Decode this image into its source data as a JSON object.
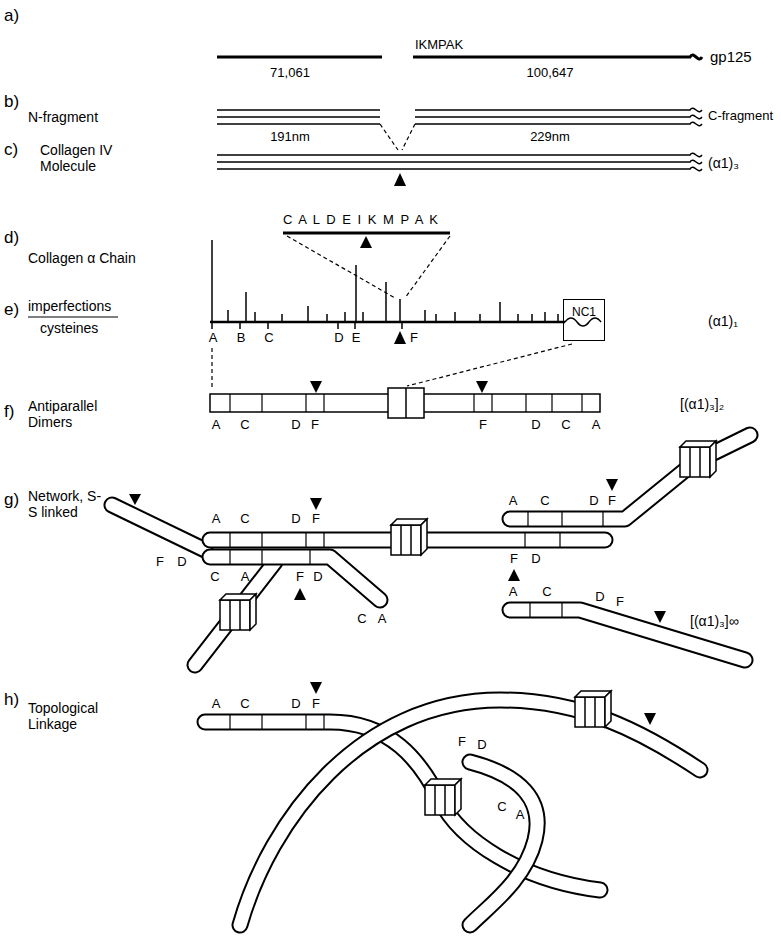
{
  "diagram": {
    "nodes": [
      {
        "text": [
          "NC1"
        ]
      }
    ],
    "labels": [
      "a)",
      "IKMPAK",
      "gp125",
      "71,061",
      "100,647",
      "b)",
      "N-fragment",
      "C-fragment",
      "191nm",
      "229nm",
      "c)",
      "Collagen IV Molecule",
      "(α1)₃",
      "d)",
      "C A L D E I K M P A K",
      "Collagen α Chain",
      "e)",
      "imperfections",
      "cysteines",
      "A",
      "B",
      "C",
      "D",
      "E",
      "F",
      "(α1)₁",
      "f)",
      "Antiparallel Dimers",
      "A",
      "C",
      "D",
      "F",
      "F",
      "D",
      "C",
      "A",
      "[(α1)₃]₂",
      "g)",
      "Network, S-S linked",
      "A",
      "C",
      "D",
      "F",
      "F",
      "D",
      "C",
      "A",
      "F",
      "D",
      "C",
      "A",
      "A",
      "C",
      "D",
      "F",
      "F",
      "D",
      "A",
      "C",
      "D",
      "F",
      "[(α1)₃]∞",
      "h)",
      "Topological Linkage",
      "A",
      "C",
      "D",
      "F",
      "F",
      "D",
      "C",
      "A"
    ]
  }
}
